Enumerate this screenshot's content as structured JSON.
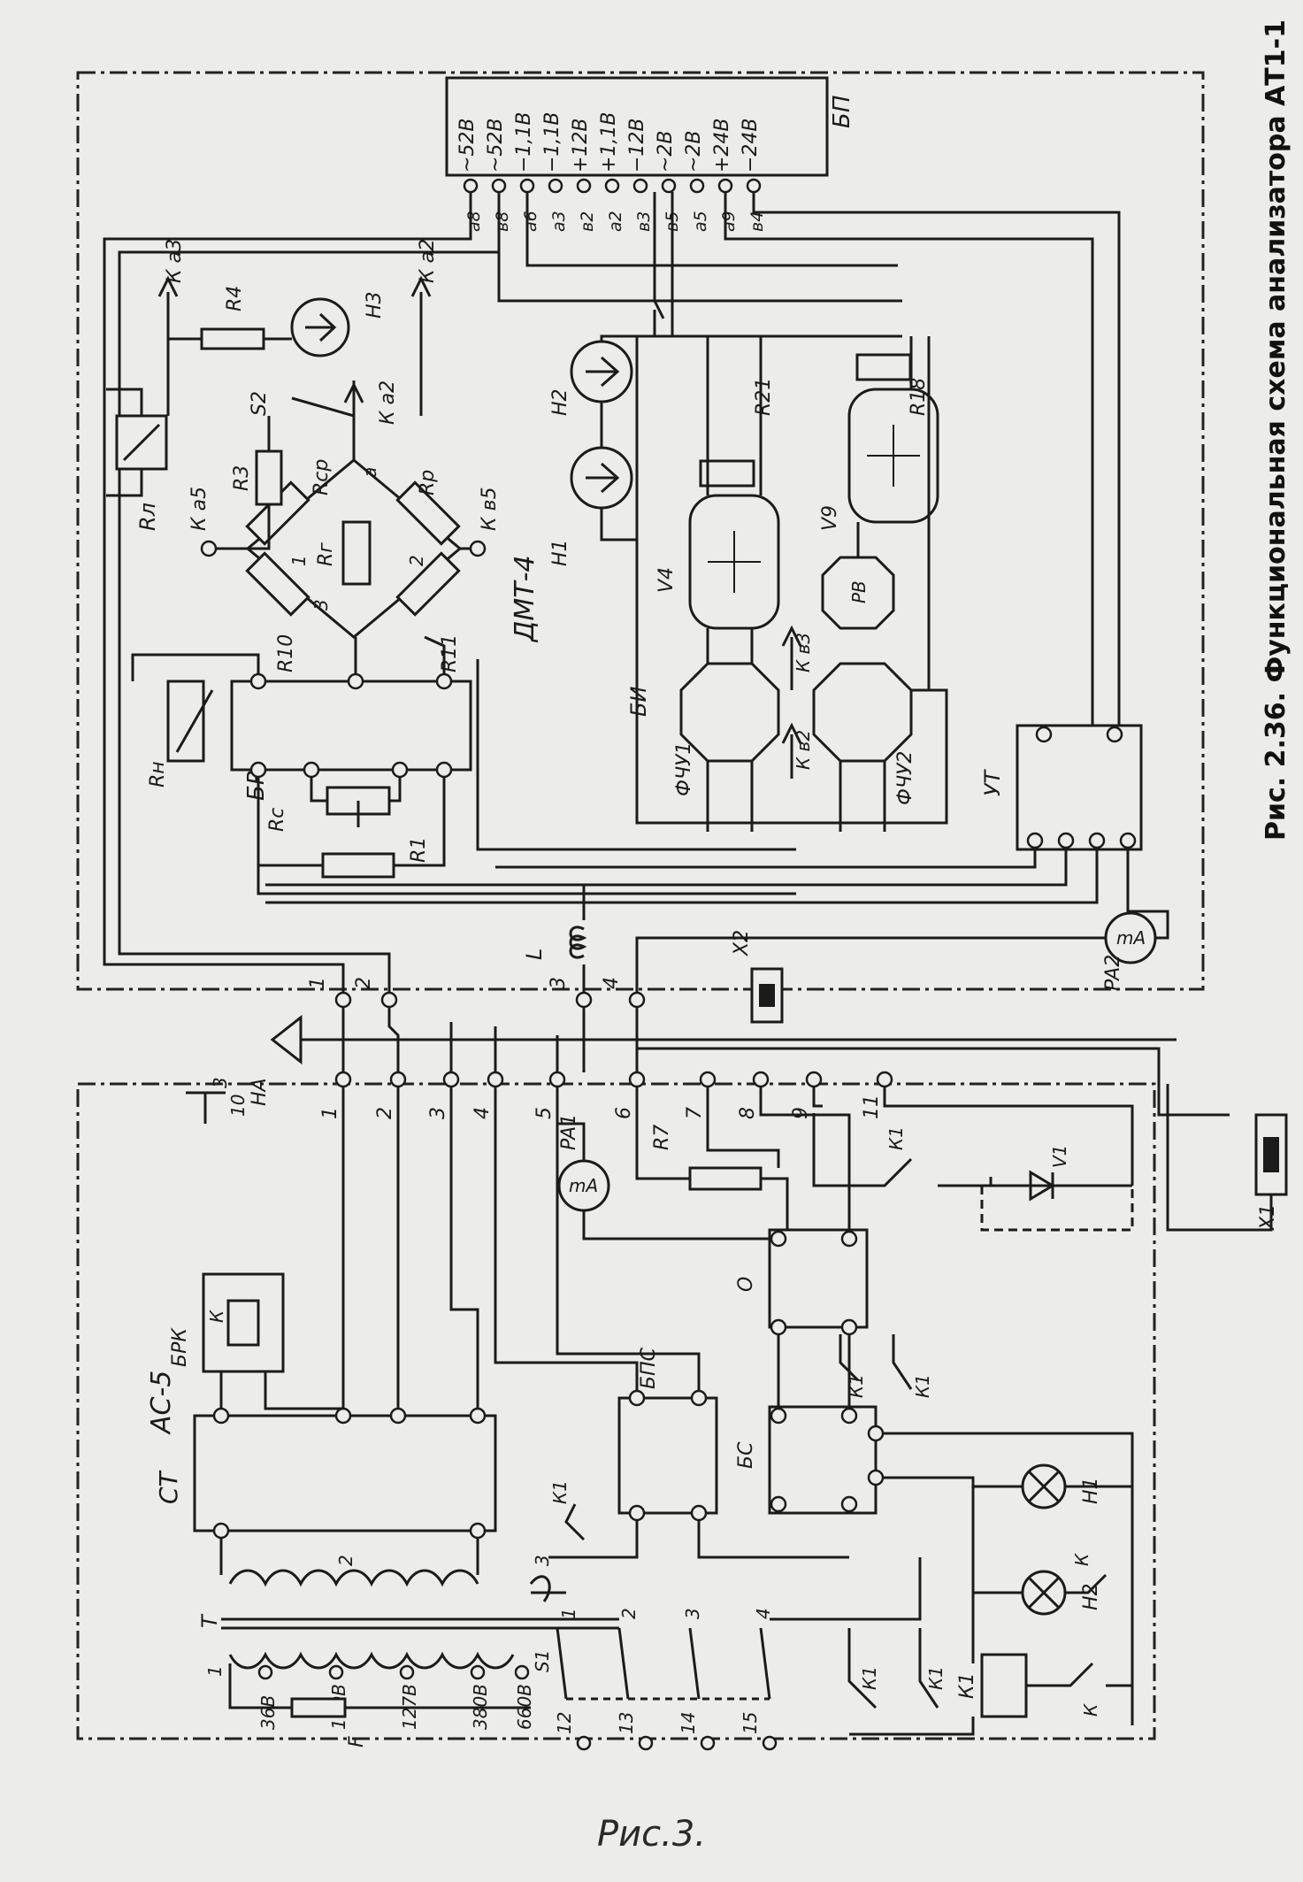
{
  "caption": "Рис. 2.36. Функциональная схема анализатора АТ1-1",
  "figure_label": "Рис.3.",
  "units": {
    "dmt": "ДМТ-4",
    "ac": "АС-5"
  },
  "blocks": {
    "bp": "БП",
    "br": "БР",
    "bi": "БИ",
    "fchu1": "ФЧУ1",
    "fchu2": "ФЧУ2",
    "ut": "УТ",
    "st": "СТ",
    "brk": "БРК",
    "bps": "БПС",
    "bs": "БС",
    "o": "О",
    "rv": "РВ"
  },
  "bp_outputs": [
    "~52В",
    "~52В",
    "−1,1В",
    "−1,1В",
    "+12В",
    "+1,1В",
    "−12В",
    "~2В",
    "~2В",
    "+24В",
    "−24В"
  ],
  "bp_pins": [
    "а8",
    "в8",
    "а6",
    "а3",
    "в2",
    "а2",
    "в3",
    "в5",
    "а5",
    "а9",
    "в4"
  ],
  "components": {
    "r4": "R4",
    "r3": "R3",
    "r1": "R1",
    "r7": "R7",
    "r10": "R10",
    "r11": "R11",
    "r18": "R18",
    "r21": "R21",
    "rl": "Rл",
    "rn": "Rн",
    "rc": "Rс",
    "rg": "Rг",
    "rsr": "Rср",
    "rp": "Rр",
    "s2": "S2",
    "h1": "Н1",
    "h2": "Н2",
    "h3": "Н3",
    "v1": "V1",
    "v4": "V4",
    "v9": "V9",
    "l": "L",
    "pa1": "PA1",
    "pa2": "PA2",
    "ma": "mA",
    "x1": "X1",
    "x2": "X2",
    "k": "К",
    "k1": "К1",
    "s1": "S1",
    "f": "F",
    "t": "Т",
    "ha": "НА"
  },
  "refs": {
    "ka3": "К а3",
    "ka2": "К а2",
    "ka5": "К а5",
    "kv5": "К в5",
    "kv3": "К в3",
    "kv2": "К в2",
    "pt_a": "а",
    "pt_1": "1",
    "pt_2": "2",
    "pt_3": "3"
  },
  "transformer_taps": [
    "36В",
    "110В",
    "127В",
    "380В",
    "660В"
  ],
  "winding_numbers": [
    "1",
    "2",
    "3"
  ],
  "switch_positions": [
    "1",
    "2",
    "3",
    "4"
  ],
  "switch_terminals": [
    "12",
    "13",
    "14",
    "15"
  ],
  "dmt_terminals": [
    "1",
    "2",
    "3",
    "4"
  ],
  "ac_terminals": [
    "1",
    "2",
    "3",
    "4",
    "5",
    "6",
    "7",
    "8",
    "9",
    "11"
  ],
  "ground_pins": [
    "3",
    "10"
  ]
}
